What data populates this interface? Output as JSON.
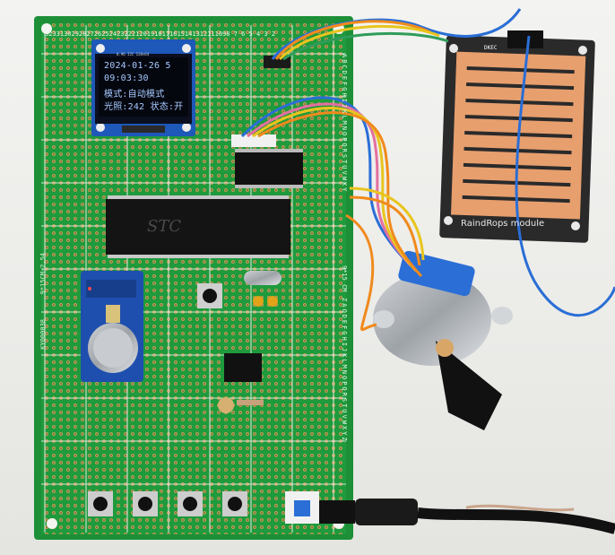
{
  "oled": {
    "line1": "2024-01-26 5",
    "line2": "09:03:30",
    "line3": "模式:自动模式",
    "line4": "光照:242 状态:开",
    "header": "0.96 I2C 128×64"
  },
  "board": {
    "top_edge_digits": "3233130292827262524232221201918171615141312111098 7 6 5 4 3 2",
    "right_edge_letters_top": "ABCDEFGHIJKLMNOPQRSTUVWXY",
    "right_edge_letters_bottom": "ZACDEFGHIJKLMNOPQRSTUVWXYZ",
    "left_side_text_1": "9*15CM-2.54",
    "left_side_text_2": "KY000038",
    "right_side_text": "9*15 CM"
  },
  "mcu": {
    "label": "STC"
  },
  "rain_sensor": {
    "label": "RaindRops module",
    "code": "DKEC"
  },
  "colors": {
    "pcb": "#1f9a3c",
    "copper": "#e79f6e",
    "oled_text": "#a7c9ff",
    "wire_blue": "#2a6ed6",
    "wire_orange": "#f08a1c",
    "wire_yellow": "#e8c51e",
    "wire_pink": "#e36fa0"
  }
}
